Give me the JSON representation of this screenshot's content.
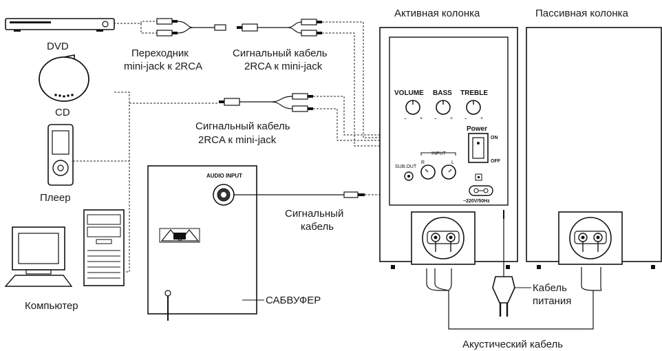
{
  "labels": {
    "dvd": "DVD",
    "cd": "CD",
    "player": "Плеер",
    "computer": "Компьютер",
    "adapter_line1": "Переходник",
    "adapter_line2": "mini-jack к 2RCA",
    "signal_cable_top_line1": "Сигнальный кабель",
    "signal_cable_top_line2": "2RCA к mini-jack",
    "signal_cable_mid_line1": "Сигнальный  кабель",
    "signal_cable_mid_line2": "2RCA к mini-jack",
    "signal_cable_sub_line1": "Сигнальный",
    "signal_cable_sub_line2": "кабель",
    "active_speaker": "Активная колонка",
    "passive_speaker": "Пассивная колонка",
    "subwoofer": "САБВУФЕР",
    "power_cable_line1": "Кабель",
    "power_cable_line2": "питания",
    "acoustic_cable": "Акустический кабель"
  },
  "panel": {
    "volume": "VOLUME",
    "bass": "BASS",
    "treble": "TREBLE",
    "power": "Power",
    "on": "ON",
    "off": "OFF",
    "input": "INPUT",
    "r": "R",
    "l": "L",
    "sub_out": "SUB.OUT",
    "mains": "~220V/50Hz",
    "minus": "–",
    "plus": "+"
  },
  "subwoofer_panel": {
    "audio_input": "AUDIO INPUT"
  }
}
